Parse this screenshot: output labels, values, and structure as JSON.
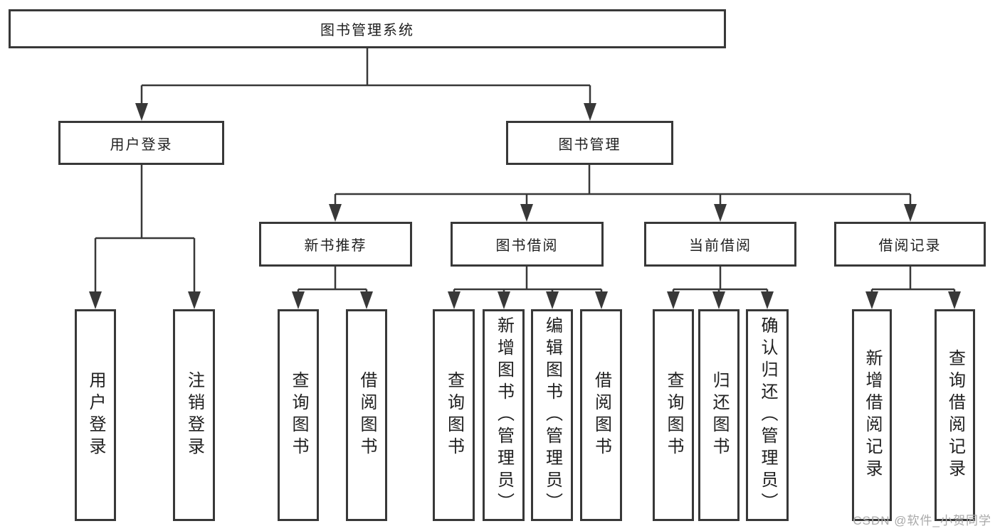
{
  "diagram": {
    "title": "图书管理系统",
    "level2": {
      "user_login": "用户登录",
      "book_management": "图书管理"
    },
    "level3": {
      "new_book_recommend": "新书推荐",
      "book_borrow": "图书借阅",
      "current_borrow": "当前借阅",
      "borrow_records": "借阅记录"
    },
    "leaves": {
      "user_login": [
        "用户登录",
        "注销登录"
      ],
      "new_book_recommend": [
        "查询图书",
        "借阅图书"
      ],
      "book_borrow": [
        "查询图书",
        "新增图书（管理员）",
        "编辑图书（管理员）",
        "借阅图书"
      ],
      "current_borrow": [
        "查询图书",
        "归还图书",
        "确认归还（管理员）"
      ],
      "borrow_records": [
        "新增借阅记录",
        "查询借阅记录"
      ]
    },
    "watermark": "CSDN @软件_小贺同学",
    "colors": {
      "line": "#383838",
      "background": "#ffffff",
      "text": "#1f1f1f",
      "watermark": "#a9a9a9"
    }
  }
}
